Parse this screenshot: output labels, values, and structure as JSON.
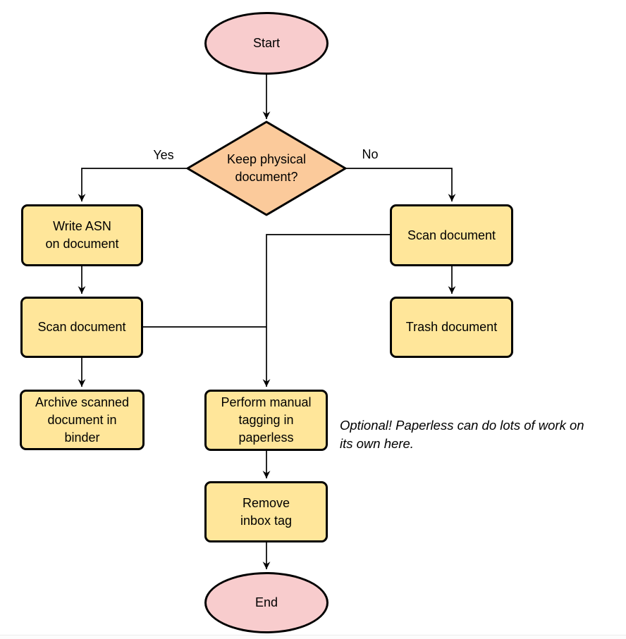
{
  "colors": {
    "process_fill": "#ffe69a",
    "decision_fill": "#fbca9b",
    "terminal_fill": "#f8cccd",
    "stroke": "#000000"
  },
  "nodes": {
    "start": {
      "type": "terminal",
      "label": "Start"
    },
    "decision": {
      "type": "decision",
      "label": "Keep physical document?",
      "lines": [
        "Keep physical",
        "document?"
      ]
    },
    "write_asn": {
      "type": "process",
      "label": "Write ASN on document",
      "lines": [
        "Write ASN",
        "on document"
      ]
    },
    "scan_left": {
      "type": "process",
      "label": "Scan document"
    },
    "archive": {
      "type": "process",
      "label": "Archive scanned document in binder",
      "lines": [
        "Archive scanned",
        "document in",
        "binder"
      ]
    },
    "scan_right": {
      "type": "process",
      "label": "Scan document"
    },
    "trash": {
      "type": "process",
      "label": "Trash document"
    },
    "perform_tagging": {
      "type": "process",
      "label": "Perform manual tagging in paperless",
      "lines": [
        "Perform manual",
        "tagging in",
        "paperless"
      ]
    },
    "remove_inbox": {
      "type": "process",
      "label": "Remove inbox tag",
      "lines": [
        "Remove",
        "inbox tag"
      ]
    },
    "end": {
      "type": "terminal",
      "label": "End"
    }
  },
  "edge_labels": {
    "yes": "Yes",
    "no": "No"
  },
  "edges": [
    {
      "from": "start",
      "to": "decision",
      "label": ""
    },
    {
      "from": "decision",
      "to": "write_asn",
      "label": "Yes"
    },
    {
      "from": "decision",
      "to": "scan_right",
      "label": "No"
    },
    {
      "from": "write_asn",
      "to": "scan_left",
      "label": ""
    },
    {
      "from": "scan_left",
      "to": "archive",
      "label": ""
    },
    {
      "from": "scan_right",
      "to": "trash",
      "label": ""
    },
    {
      "from": "scan_left",
      "to": "perform_tagging",
      "label": ""
    },
    {
      "from": "scan_right",
      "to": "perform_tagging",
      "label": ""
    },
    {
      "from": "perform_tagging",
      "to": "remove_inbox",
      "label": ""
    },
    {
      "from": "remove_inbox",
      "to": "end",
      "label": ""
    }
  ],
  "note": {
    "text": "Optional! Paperless can do lots of work on its own here.",
    "lines": [
      "Optional! Paperless can do lots of work on",
      "its own here."
    ]
  }
}
